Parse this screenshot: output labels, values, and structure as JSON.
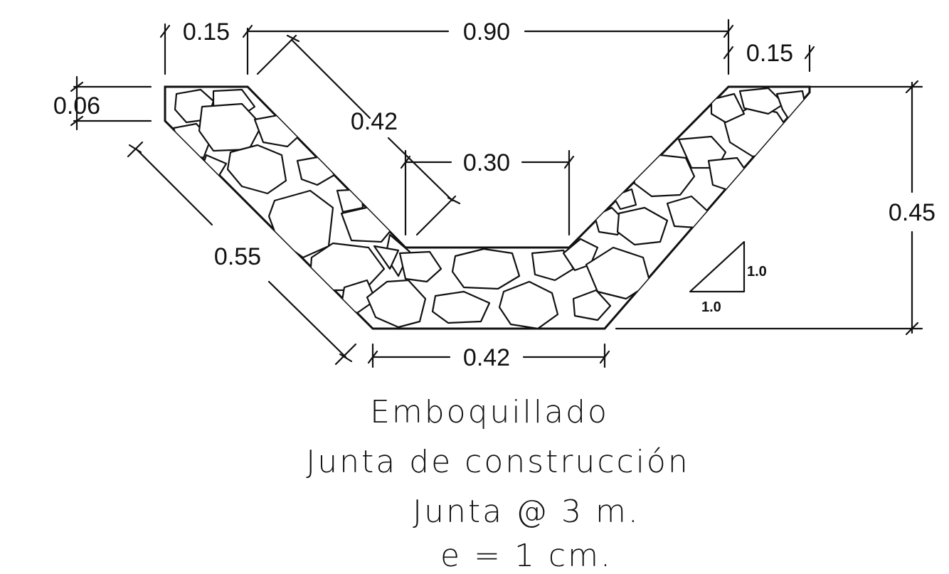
{
  "dimensions": {
    "left_lip": "0.15",
    "top_width": "0.90",
    "right_lip": "0.15",
    "lip_thickness": "0.06",
    "inner_slope": "0.42",
    "inner_bottom": "0.30",
    "total_height": "0.45",
    "outer_slope": "0.55",
    "outer_bottom": "0.42"
  },
  "slope_ratio": {
    "vertical": "1.0",
    "horizontal": "1.0"
  },
  "caption": {
    "line1": "Emboquillado",
    "line2": "Junta de construcción",
    "line3": "Junta @ 3 m.",
    "line4": "e = 1 cm."
  }
}
